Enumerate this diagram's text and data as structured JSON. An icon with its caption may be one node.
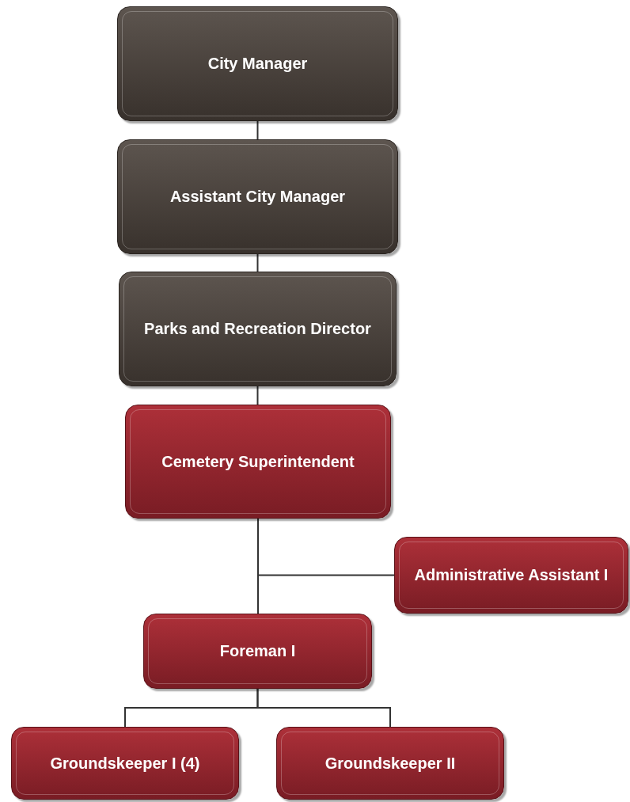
{
  "diagram": {
    "nodes": [
      {
        "text": [
          "City Manager"
        ]
      },
      {
        "text": [
          "Assistant City Manager"
        ]
      },
      {
        "text": [
          "Parks and Recreation Director"
        ]
      },
      {
        "text": [
          "Cemetery Superintendent"
        ]
      },
      {
        "text": [
          "Administrative Assistant I"
        ]
      },
      {
        "text": [
          "Foreman I"
        ]
      },
      {
        "text": [
          "Groundskeeper I (4)"
        ]
      },
      {
        "text": [
          "Groundskeeper II"
        ]
      }
    ],
    "edges": [
      {
        "from": 0,
        "to": 1,
        "arrow": "none"
      },
      {
        "from": 1,
        "to": 2,
        "arrow": "none"
      },
      {
        "from": 2,
        "to": 3,
        "arrow": "none"
      },
      {
        "from": 3,
        "to": 4,
        "arrow": "none"
      },
      {
        "from": 3,
        "to": 5,
        "arrow": "none"
      },
      {
        "from": 5,
        "to": 6,
        "arrow": "none"
      },
      {
        "from": 5,
        "to": 7,
        "arrow": "none"
      }
    ]
  }
}
